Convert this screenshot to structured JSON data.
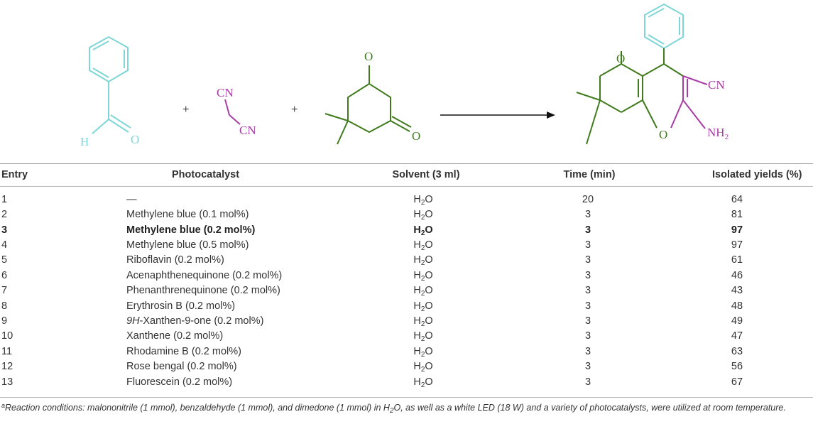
{
  "scheme": {
    "benzaldehyde": {
      "h_label": "H",
      "o_label": "O"
    },
    "plus_1": "+",
    "malononitrile": {
      "cn_top": "CN",
      "cn_bottom": "CN"
    },
    "plus_2": "+",
    "dimedone": {
      "o_top": "O",
      "o_right": "O"
    },
    "product": {
      "o_ketone": "O",
      "o_ring": "O",
      "cn": "CN",
      "nh2_base": "NH",
      "nh2_sub": "2"
    },
    "colors": {
      "benzaldehyde": "#7fd6d6",
      "malononitrile": "#a83ca6",
      "dimedone": "#3f7a1c",
      "arrow": "#111111"
    }
  },
  "table": {
    "headers": {
      "entry": "Entry",
      "photocatalyst": "Photocatalyst",
      "solvent": "Solvent (3 ml)",
      "time": "Time (min)",
      "yield": "Isolated yields (%)"
    },
    "rows": [
      {
        "entry": "1",
        "catalyst": "—",
        "solvent_base": "H",
        "solvent_sub": "2",
        "solvent_tail": "O",
        "time": "20",
        "yield": "64"
      },
      {
        "entry": "2",
        "catalyst": "Methylene blue (0.1 mol%)",
        "solvent_base": "H",
        "solvent_sub": "2",
        "solvent_tail": "O",
        "time": "3",
        "yield": "81"
      },
      {
        "entry": "3",
        "catalyst": "Methylene blue (0.2 mol%)",
        "solvent_base": "H",
        "solvent_sub": "2",
        "solvent_tail": "O",
        "time": "3",
        "yield": "97",
        "bold": true
      },
      {
        "entry": "4",
        "catalyst": "Methylene blue (0.5 mol%)",
        "solvent_base": "H",
        "solvent_sub": "2",
        "solvent_tail": "O",
        "time": "3",
        "yield": "97"
      },
      {
        "entry": "5",
        "catalyst": "Riboflavin (0.2 mol%)",
        "solvent_base": "H",
        "solvent_sub": "2",
        "solvent_tail": "O",
        "time": "3",
        "yield": "61"
      },
      {
        "entry": "6",
        "catalyst": "Acenaphthenequinone (0.2 mol%)",
        "solvent_base": "H",
        "solvent_sub": "2",
        "solvent_tail": "O",
        "time": "3",
        "yield": "46"
      },
      {
        "entry": "7",
        "catalyst": "Phenanthrenequinone (0.2 mol%)",
        "solvent_base": "H",
        "solvent_sub": "2",
        "solvent_tail": "O",
        "time": "3",
        "yield": "43"
      },
      {
        "entry": "8",
        "catalyst": "Erythrosin B (0.2 mol%)",
        "solvent_base": "H",
        "solvent_sub": "2",
        "solvent_tail": "O",
        "time": "3",
        "yield": "48"
      },
      {
        "entry": "9",
        "catalyst_italic": "9H",
        "catalyst": "-Xanthen-9-one (0.2 mol%)",
        "solvent_base": "H",
        "solvent_sub": "2",
        "solvent_tail": "O",
        "time": "3",
        "yield": "49"
      },
      {
        "entry": "10",
        "catalyst": "Xanthene (0.2 mol%)",
        "solvent_base": "H",
        "solvent_sub": "2",
        "solvent_tail": "O",
        "time": "3",
        "yield": "47"
      },
      {
        "entry": "11",
        "catalyst": "Rhodamine B (0.2 mol%)",
        "solvent_base": "H",
        "solvent_sub": "2",
        "solvent_tail": "O",
        "time": "3",
        "yield": "63"
      },
      {
        "entry": "12",
        "catalyst": "Rose bengal (0.2 mol%)",
        "solvent_base": "H",
        "solvent_sub": "2",
        "solvent_tail": "O",
        "time": "3",
        "yield": "56"
      },
      {
        "entry": "13",
        "catalyst": "Fluorescein (0.2 mol%)",
        "solvent_base": "H",
        "solvent_sub": "2",
        "solvent_tail": "O",
        "time": "3",
        "yield": "67"
      }
    ]
  },
  "footnote": {
    "marker": "a",
    "text_before": "Reaction conditions: malononitrile (1 mmol), benzaldehyde (1 mmol), and dimedone (1 mmol) in H",
    "sub": "2",
    "text_after": "O, as well as a white LED (18 W) and a variety of photocatalysts, were utilized at room temperature."
  }
}
